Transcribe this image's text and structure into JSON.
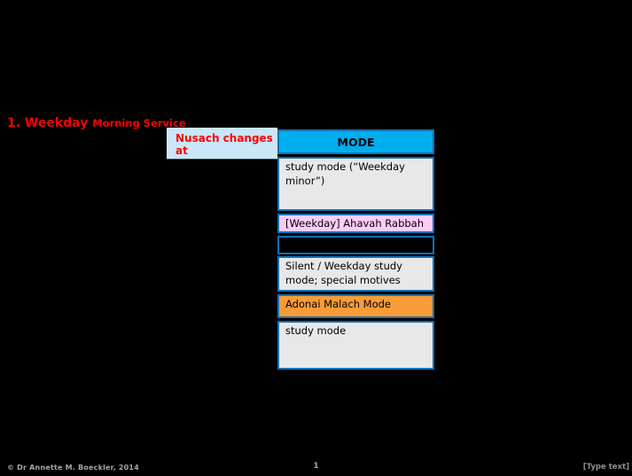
{
  "page": {
    "background_color": "#000000",
    "title": {
      "part1": "1. Weekday ",
      "part2": "Morning Service",
      "color": "#FF0000"
    },
    "footer": {
      "left": "© Dr Annette M. Boeckler, 2014",
      "center_page_number": "1",
      "right": "[Type text]"
    }
  },
  "table": {
    "corner_cell": {
      "label": "Nusach changes at",
      "bg_color": "#C9E7F8",
      "text_color": "#FF0000"
    },
    "header": {
      "label": "MODE",
      "bg_color": "#00AEEF",
      "text_color": "#000000"
    },
    "border_color": "#1470B5",
    "rows": [
      {
        "text": "study mode (“Weekday minor”)",
        "bg_color": "#E8E8E8"
      },
      {
        "text": "[Weekday] Ahavah Rabbah",
        "bg_color": "#FFCCFA"
      },
      {
        "text": "",
        "bg_color": "#000000"
      },
      {
        "text": "Silent / Weekday study mode; special motives",
        "bg_color": "#E8E8E8"
      },
      {
        "text": "Adonai Malach Mode",
        "bg_color": "#F99B37"
      },
      {
        "text": "study mode",
        "bg_color": "#E8E8E8"
      }
    ]
  }
}
